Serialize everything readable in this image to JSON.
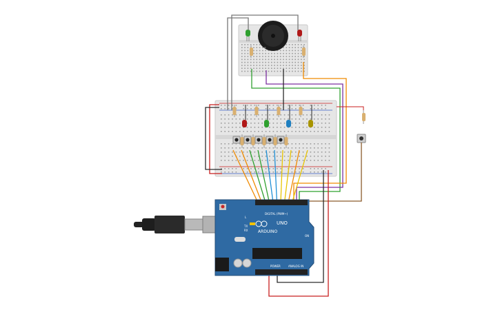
{
  "board": {
    "digital_label": "DIGITAL (PWM~)",
    "arduino_label": "ARDUINO",
    "uno_label": "UNO",
    "power_label": "POWER",
    "analog_label": "ANALOG IN",
    "l_label": "L",
    "tx_label": "TX",
    "rx_label": "RX",
    "on_label": "ON"
  },
  "colors": {
    "breadboard": "#e6e6e6",
    "arduino": "#2f6aa3",
    "wire_red": "#c81e1e",
    "wire_black": "#2a2a2a",
    "wire_orange": "#f08a00",
    "wire_green": "#2fa02f",
    "wire_blue": "#1f8fd6",
    "wire_purple": "#7b2fa0",
    "wire_yellow": "#e8c400",
    "wire_brown": "#8a5a2b",
    "wire_gray": "#777777"
  },
  "components": {
    "game_leds": [
      "red",
      "green",
      "blue",
      "yellow"
    ],
    "status_leds": [
      "green",
      "red"
    ],
    "buttons": 5,
    "buzzer": "piezo",
    "usb_cable": "usb-b"
  }
}
